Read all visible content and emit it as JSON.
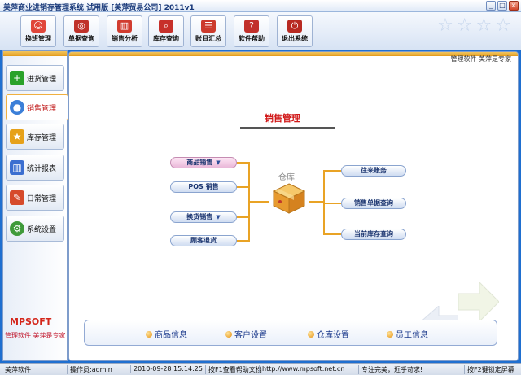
{
  "window": {
    "title": "美萍商业进销存管理系统 试用版 [美萍贸易公司] 2011v1",
    "controls": [
      "_",
      "□",
      "×"
    ]
  },
  "toolbar": {
    "buttons": [
      {
        "label": "换班管理",
        "icon": "people-icon",
        "color": "#e0463a"
      },
      {
        "label": "单据查询",
        "icon": "glasses-icon",
        "color": "#c0322a"
      },
      {
        "label": "销售分析",
        "icon": "bar-chart-icon",
        "color": "#d13c2f"
      },
      {
        "label": "库存查询",
        "icon": "search-icon",
        "color": "#c7302a"
      },
      {
        "label": "账目汇总",
        "icon": "ledger-icon",
        "color": "#cc3a2c"
      },
      {
        "label": "软件帮助",
        "icon": "help-icon",
        "color": "#c2302a"
      },
      {
        "label": "退出系统",
        "icon": "power-icon",
        "color": "#b82a22"
      }
    ]
  },
  "sidebar": {
    "items": [
      {
        "label": "进货管理",
        "icon": "plus-icon",
        "color": "#2aa22a"
      },
      {
        "label": "销售管理",
        "icon": "globe-icon",
        "color": "#3b7fd8",
        "active": true
      },
      {
        "label": "库存管理",
        "icon": "star-icon",
        "color": "#e6a11a"
      },
      {
        "label": "统计报表",
        "icon": "chart-icon",
        "color": "#3b6ed0"
      },
      {
        "label": "日常管理",
        "icon": "tools-icon",
        "color": "#d64a2a"
      },
      {
        "label": "系统设置",
        "icon": "gear-icon",
        "color": "#3f9a3a"
      }
    ],
    "brand": "MPSOFT",
    "slogan": "管理软件 美萍是专家"
  },
  "main": {
    "corner_text": "管理软件 美萍是专家",
    "section_title": "销售管理",
    "store_label": "仓库",
    "left_buttons": [
      {
        "label": "商品销售",
        "dropdown": "▼"
      },
      {
        "label": "POS 销售",
        "dropdown": ""
      },
      {
        "label": "换货销售",
        "dropdown": "▼"
      },
      {
        "label": "顾客退货",
        "dropdown": ""
      }
    ],
    "right_buttons": [
      {
        "label": "往来账务"
      },
      {
        "label": "销售单据查询"
      },
      {
        "label": "当前库存查询"
      }
    ],
    "bottom_links": [
      "商品信息",
      "客户设置",
      "仓库设置",
      "员工信息"
    ]
  },
  "statusbar": {
    "app": "美萍软件",
    "operator": "操作员:admin",
    "datetime": "2010-09-28 15:14:25",
    "help": "按F1查看帮助文档",
    "url": "http://www.mpsoft.net.cn",
    "motto": "专注完美，近乎苛求!",
    "lock": "按F2键锁定屏幕"
  }
}
